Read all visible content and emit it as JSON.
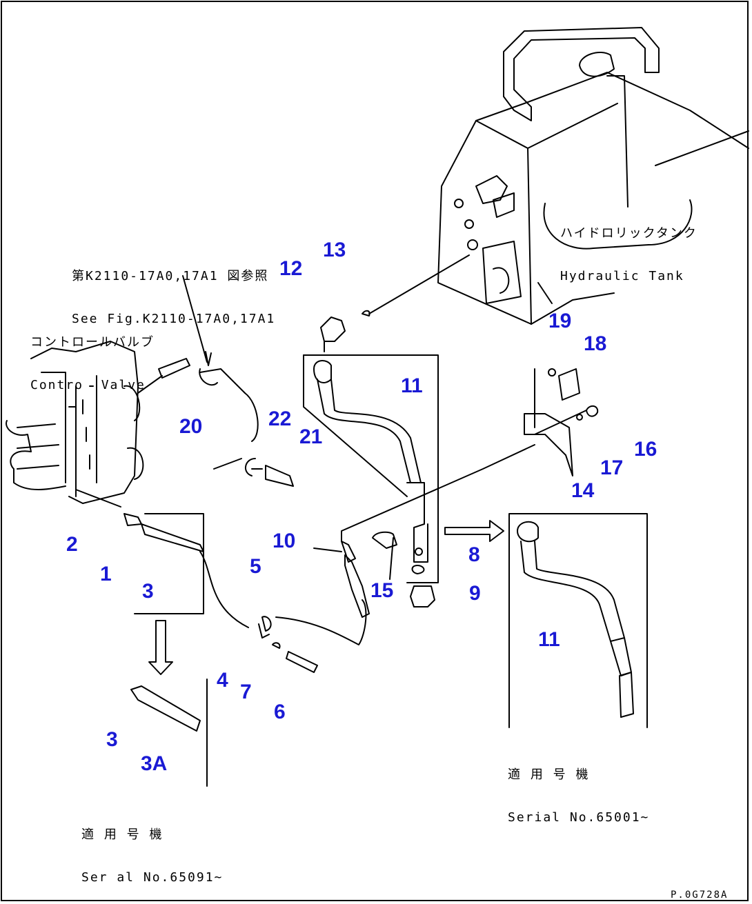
{
  "colors": {
    "callout": "#1a1ad4",
    "line": "#000000",
    "background": "#ffffff"
  },
  "labels": {
    "hydraulic_tank": {
      "jp": "ハイドロリックタンク",
      "en": "Hydraulic Tank"
    },
    "control_valve": {
      "jp": "コントロールバルブ",
      "en": "Contro  Valve"
    },
    "see_fig": {
      "jp": "第K2110-17A0,17A1 図参照",
      "en": "See Fig.K2110-17A0,17A1"
    },
    "serial_right": {
      "jp": "適 用 号 機",
      "en": "Serial No.65001~"
    },
    "serial_left": {
      "jp": "適 用 号 機",
      "en": "Ser al No.65091~"
    }
  },
  "callouts": {
    "c1": "1",
    "c2": "2",
    "c3": "3",
    "c3b": "3",
    "c3a": "3A",
    "c4": "4",
    "c5": "5",
    "c6": "6",
    "c7": "7",
    "c8": "8",
    "c9": "9",
    "c10": "10",
    "c11": "11",
    "c11b": "11",
    "c12": "12",
    "c13": "13",
    "c14": "14",
    "c15": "15",
    "c16": "16",
    "c17": "17",
    "c18": "18",
    "c19": "19",
    "c20": "20",
    "c21": "21",
    "c22": "22"
  },
  "page_code": "P.0G728A"
}
